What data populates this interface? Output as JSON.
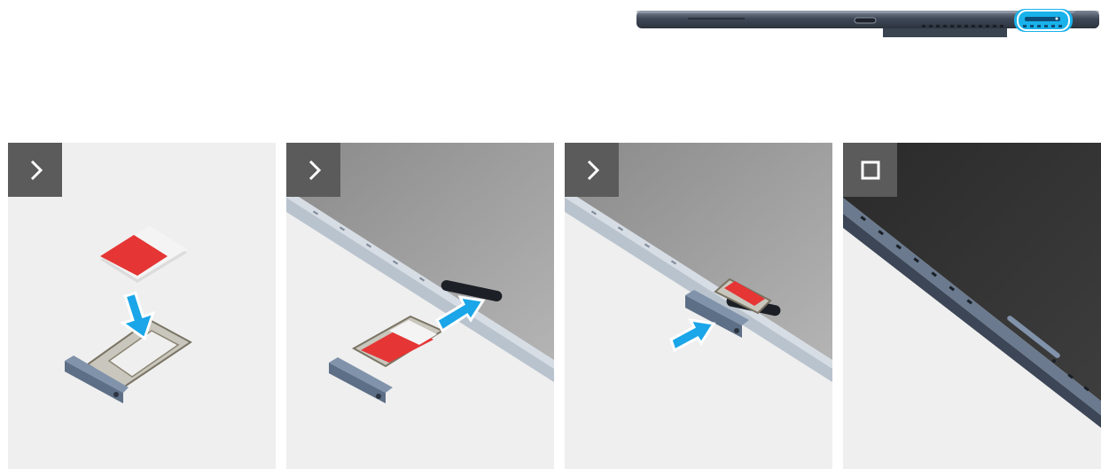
{
  "device_strip": {
    "icon": "tablet-side-profile",
    "highlight_color": "#1ab2ea"
  },
  "steps": [
    {
      "badge_icon": "chevron-right-icon",
      "scene": "insert-sim-into-tray"
    },
    {
      "badge_icon": "chevron-right-icon",
      "scene": "push-tray-toward-slot"
    },
    {
      "badge_icon": "chevron-right-icon",
      "scene": "tray-entering-slot"
    },
    {
      "badge_icon": "stop-square-icon",
      "scene": "tray-installed"
    }
  ],
  "colors": {
    "arrow": "#1aa6e8",
    "badge": "#5b5b5b",
    "panel_background": "#efefef",
    "sim_red": "#e53535",
    "device_body": "#4a5566"
  }
}
